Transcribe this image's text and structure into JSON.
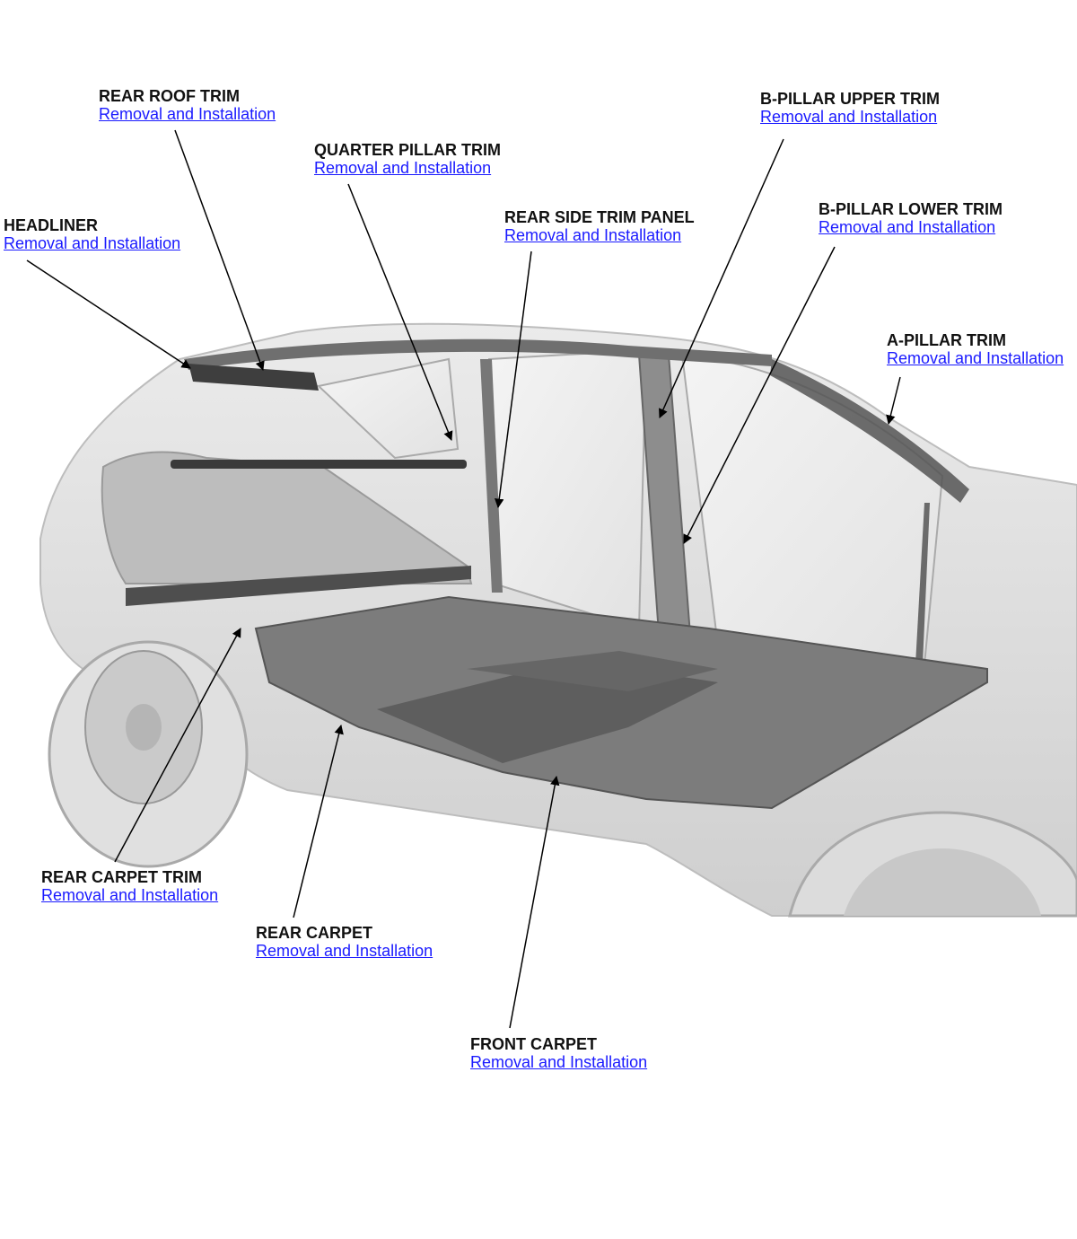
{
  "colors": {
    "title": "#111111",
    "link": "#1a1aff",
    "leader": "#000000"
  },
  "callouts": [
    {
      "id": "rear-roof-trim",
      "title": "REAR ROOF TRIM",
      "link": "Removal and Installation"
    },
    {
      "id": "quarter-pillar-trim",
      "title": "QUARTER PILLAR TRIM",
      "link": "Removal and Installation"
    },
    {
      "id": "headliner",
      "title": "HEADLINER",
      "link": "Removal and Installation"
    },
    {
      "id": "rear-side-trim-panel",
      "title": "REAR SIDE TRIM PANEL",
      "link": "Removal and Installation"
    },
    {
      "id": "b-pillar-upper-trim",
      "title": "B-PILLAR UPPER TRIM",
      "link": "Removal and Installation"
    },
    {
      "id": "b-pillar-lower-trim",
      "title": "B-PILLAR LOWER TRIM",
      "link": "Removal and Installation"
    },
    {
      "id": "a-pillar-trim",
      "title": "A-PILLAR TRIM",
      "link": "Removal and Installation"
    },
    {
      "id": "rear-carpet-trim",
      "title": "REAR CARPET TRIM",
      "link": "Removal and Installation"
    },
    {
      "id": "rear-carpet",
      "title": "REAR CARPET",
      "link": "Removal and Installation"
    },
    {
      "id": "front-carpet",
      "title": "FRONT CARPET",
      "link": "Removal and Installation"
    }
  ]
}
